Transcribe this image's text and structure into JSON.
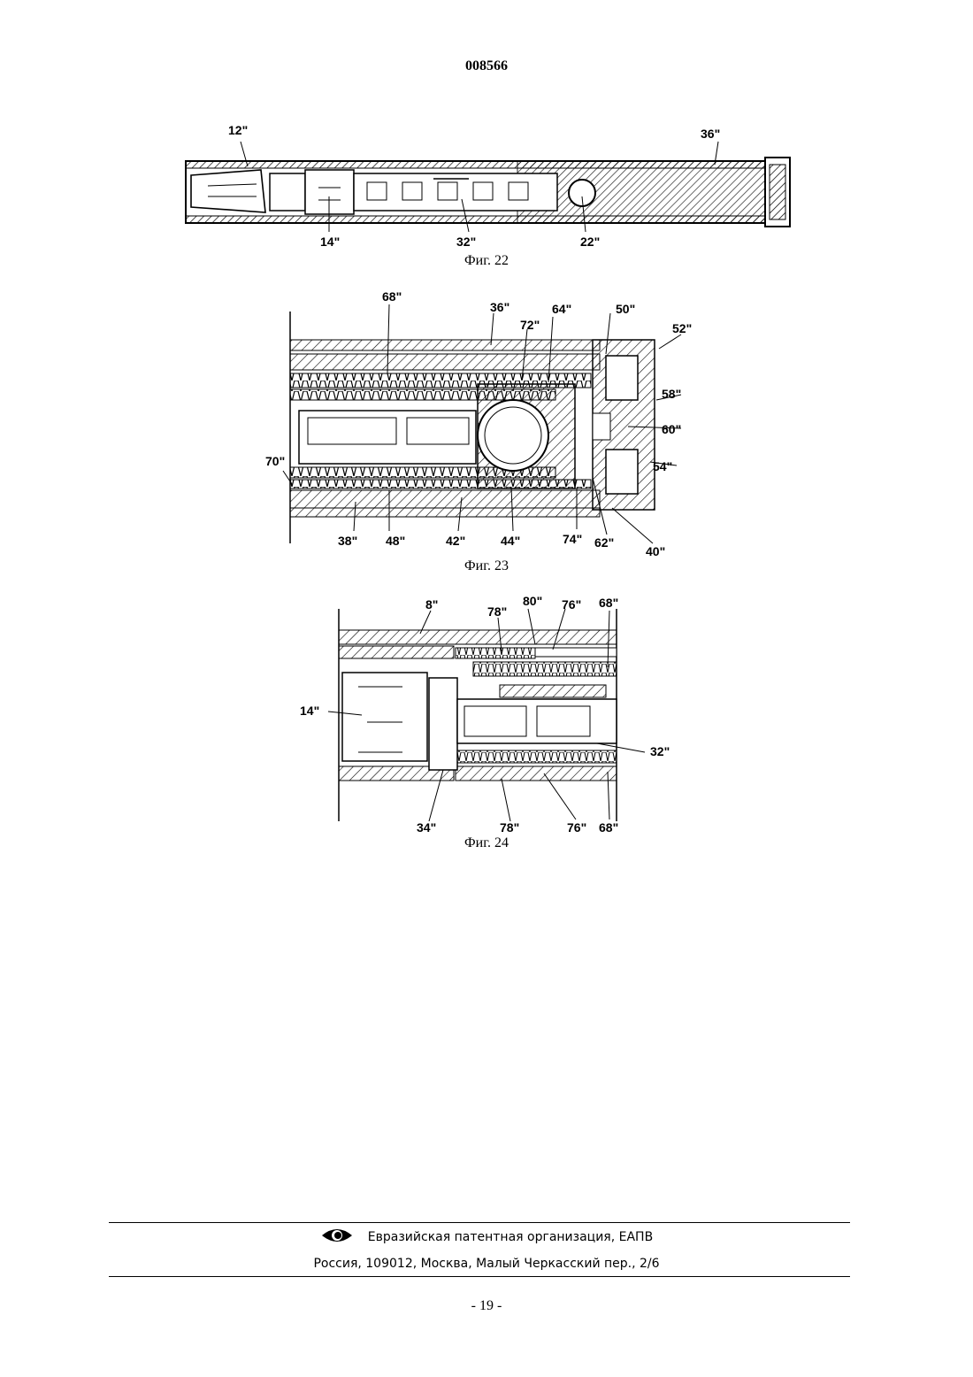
{
  "header": {
    "doc_number": "008566"
  },
  "figures": [
    {
      "caption": "Фиг. 22",
      "labels": [
        "12\"",
        "36\"",
        "14\"",
        "32\"",
        "22\""
      ]
    },
    {
      "caption": "Фиг. 23",
      "labels": [
        "68\"",
        "36\"",
        "72\"",
        "64\"",
        "50\"",
        "52\"",
        "58\"",
        "60\"",
        "54\"",
        "70\"",
        "38\"",
        "48\"",
        "42\"",
        "44\"",
        "74\"",
        "62\"",
        "40\""
      ]
    },
    {
      "caption": "Фиг. 24",
      "labels": [
        "8\"",
        "80\"",
        "76\"",
        "68\"",
        "78\"",
        "14\"",
        "32\"",
        "34\"",
        "78\"",
        "76\"",
        "68\""
      ]
    }
  ],
  "footer": {
    "organization": "Евразийская патентная организация, ЕАПВ",
    "address": "Россия, 109012, Москва, Малый Черкасский пер., 2/6",
    "page": "- 19 -",
    "logo_icon": "eapo-eye-logo-icon"
  }
}
